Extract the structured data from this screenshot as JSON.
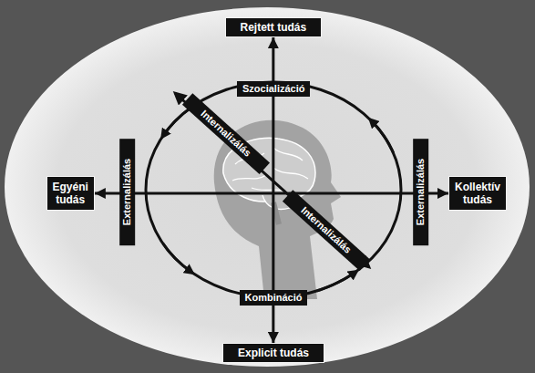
{
  "diagram": {
    "nodes": [
      {
        "text": [
          "Rejtett tudás"
        ]
      },
      {
        "text": [
          "Egyéni tudás"
        ]
      },
      {
        "text": [
          "Kollektív tudás"
        ]
      },
      {
        "text": [
          "Explicit tudás"
        ]
      },
      {
        "text": [
          "Szocializáció"
        ]
      },
      {
        "text": [
          "Externalizálás"
        ]
      },
      {
        "text": [
          "Externalizálás"
        ]
      },
      {
        "text": [
          "Internalizálás"
        ]
      },
      {
        "text": [
          "Internalizálás"
        ]
      },
      {
        "text": [
          "Kombináció"
        ]
      }
    ],
    "edges": [
      {
        "from": 0,
        "to": 3,
        "arrow": "both"
      },
      {
        "from": 1,
        "to": 2,
        "arrow": "both"
      }
    ]
  }
}
